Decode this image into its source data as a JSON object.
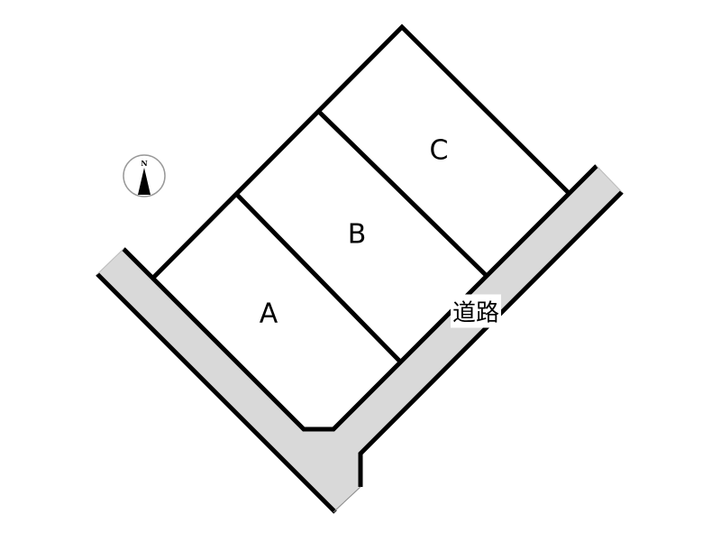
{
  "lots": [
    {
      "label": "A"
    },
    {
      "label": "B"
    },
    {
      "label": "C"
    }
  ],
  "road_label": "道路",
  "compass": {
    "letter": "N"
  },
  "colors": {
    "road_fill": "#d9d9d9",
    "line": "#000000"
  }
}
